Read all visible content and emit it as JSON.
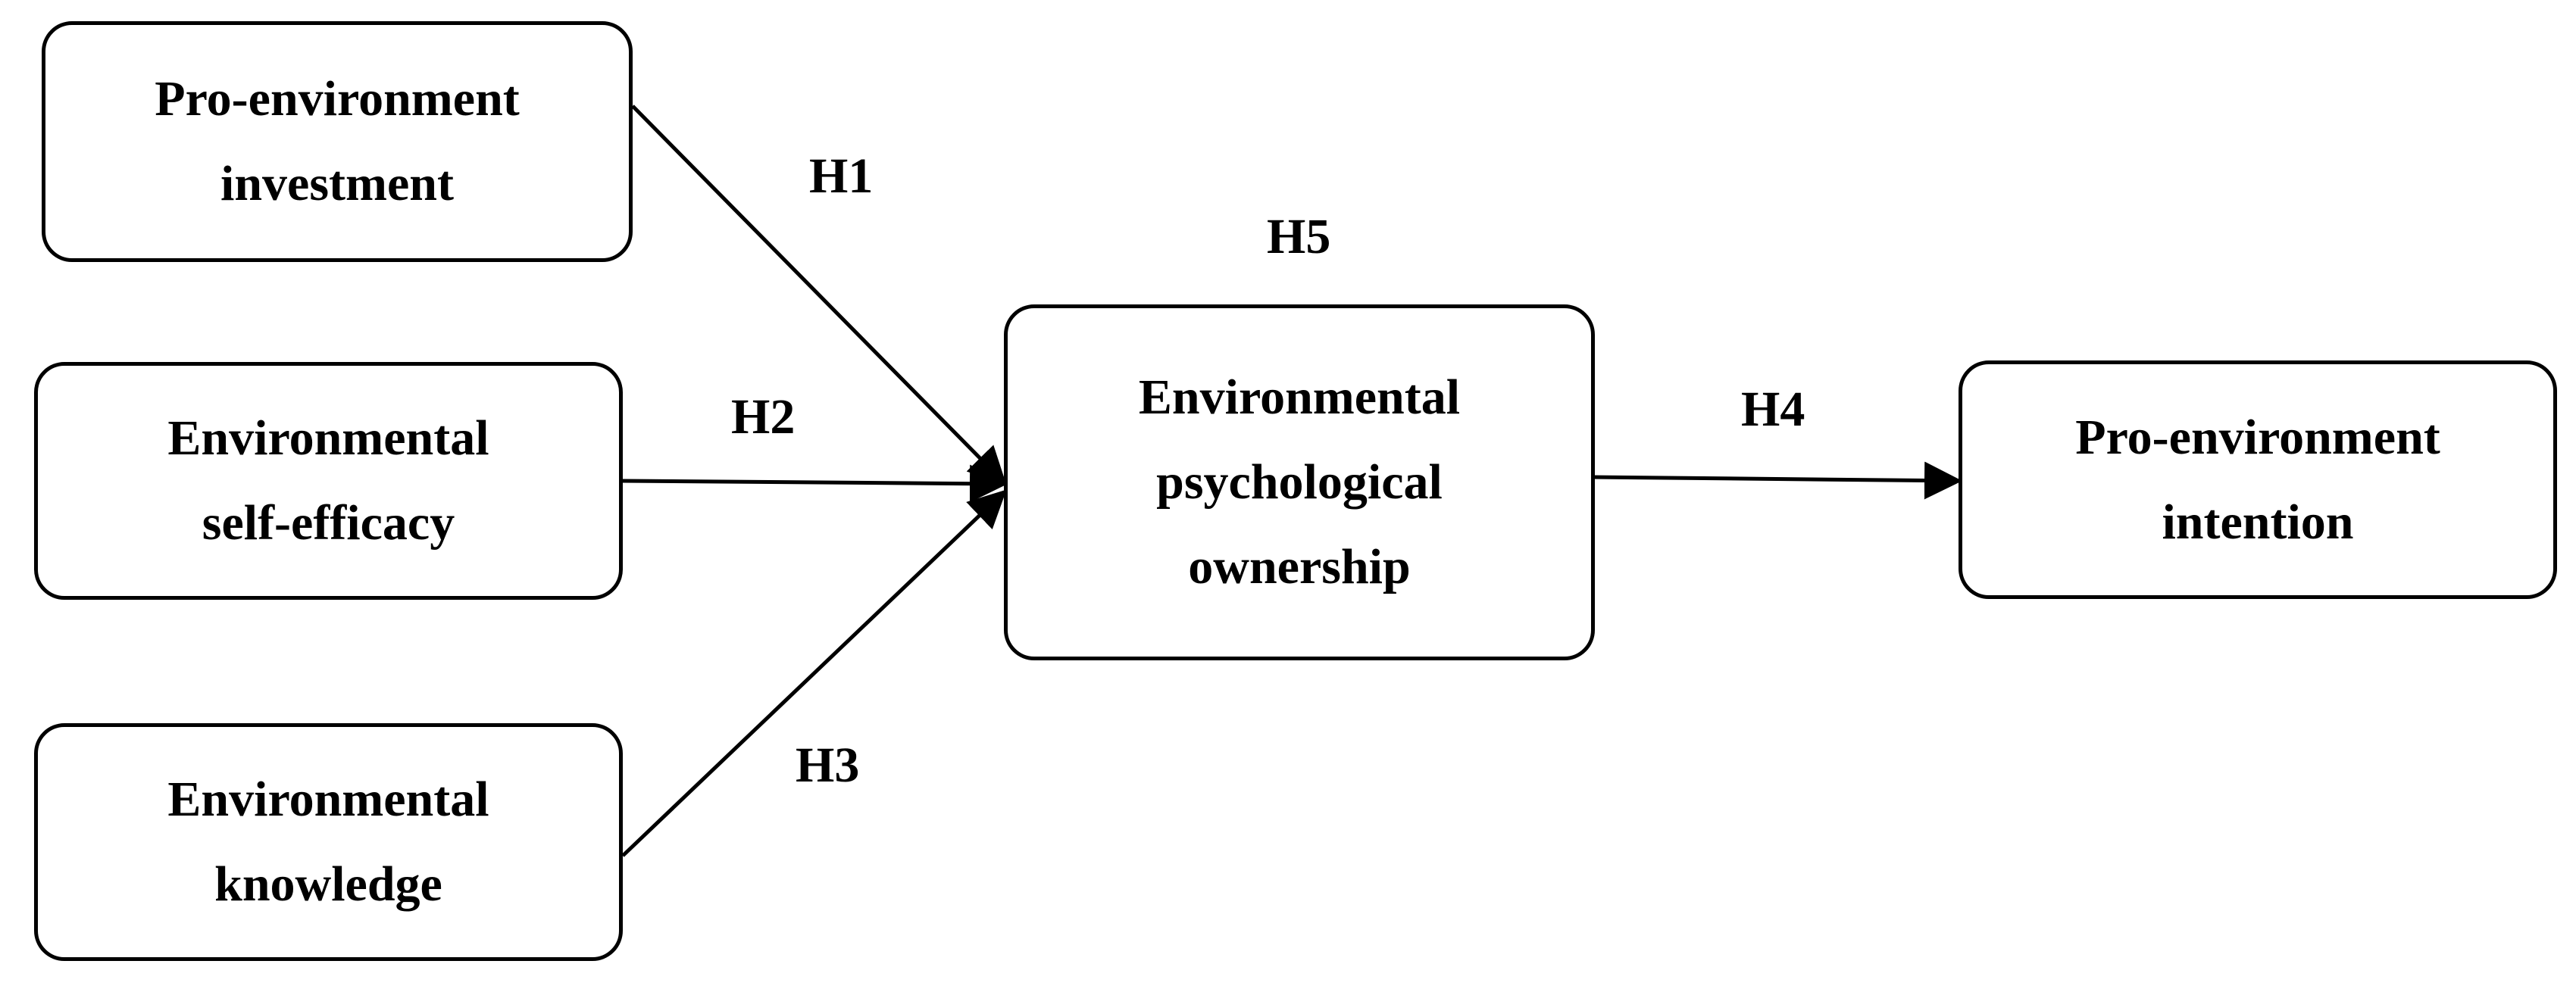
{
  "nodes": {
    "investment": {
      "lines": [
        "Pro-environment",
        "investment"
      ]
    },
    "self_efficacy": {
      "lines": [
        "Environmental",
        "self-efficacy"
      ]
    },
    "knowledge": {
      "lines": [
        "Environmental",
        "knowledge"
      ]
    },
    "ownership": {
      "lines": [
        "Environmental",
        "psychological",
        "ownership"
      ]
    },
    "intention": {
      "lines": [
        "Pro-environment",
        "intention"
      ]
    }
  },
  "hypotheses": {
    "h1": "H1",
    "h2": "H2",
    "h3": "H3",
    "h4": "H4",
    "h5": "H5"
  },
  "edges": [
    {
      "from": "investment",
      "to": "ownership",
      "label": "H1"
    },
    {
      "from": "self_efficacy",
      "to": "ownership",
      "label": "H2"
    },
    {
      "from": "knowledge",
      "to": "ownership",
      "label": "H3"
    },
    {
      "from": "ownership",
      "to": "intention",
      "label": "H4"
    }
  ],
  "colors": {
    "stroke": "#000000",
    "background": "#ffffff"
  }
}
